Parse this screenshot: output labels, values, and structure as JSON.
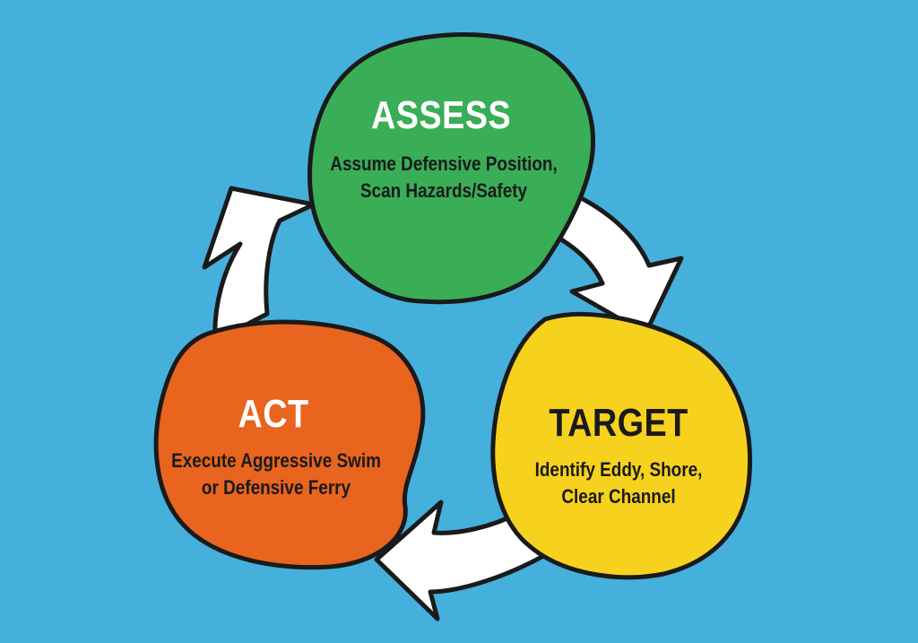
{
  "colors": {
    "background": "#45b0dc",
    "arrow_fill": "#ffffff",
    "outline": "#1a1a1a",
    "assess": "#3aad57",
    "target": "#f6d21e",
    "act": "#e8641f"
  },
  "nodes": {
    "assess": {
      "title": "ASSESS",
      "line1": "Assume Defensive Position,",
      "line2": "Scan Hazards/Safety"
    },
    "target": {
      "title": "TARGET",
      "line1": "Identify Eddy, Shore,",
      "line2": "Clear Channel"
    },
    "act": {
      "title": "ACT",
      "line1": "Execute Aggressive Swim",
      "line2": "or Defensive Ferry"
    }
  },
  "cycle_order": [
    "assess",
    "target",
    "act"
  ]
}
